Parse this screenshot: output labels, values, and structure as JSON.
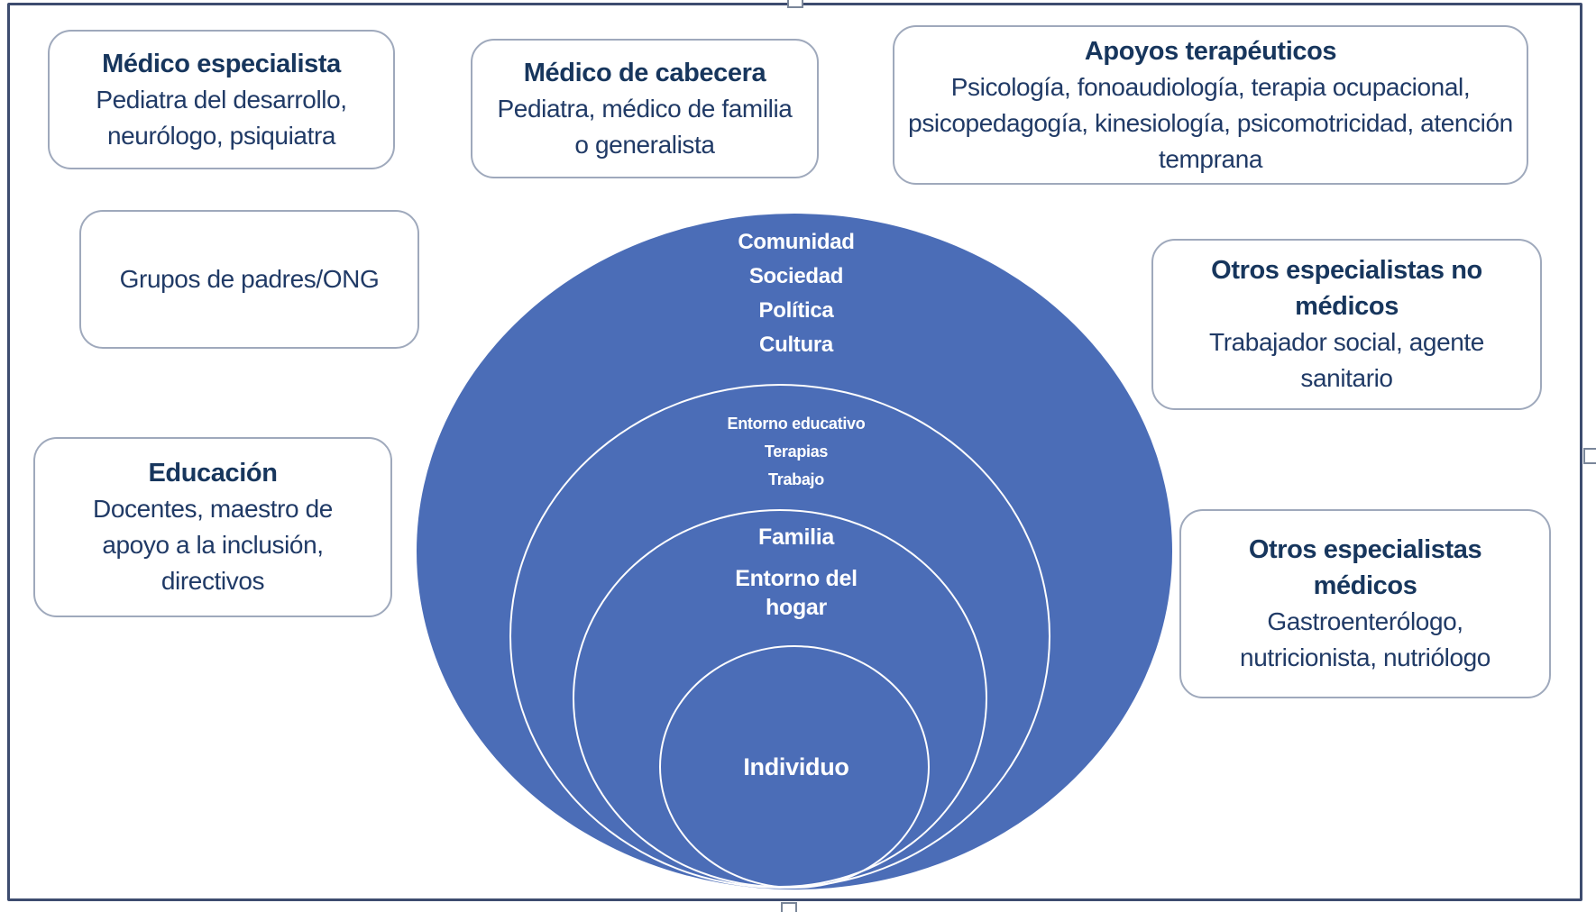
{
  "colors": {
    "circle_fill": "#4b6db7",
    "ring_stroke": "#fdfdfe",
    "frame_border": "#3d4c6f",
    "box_border": "#9fa9bc",
    "box_title_text": "#17365d",
    "box_body_text": "#203a66",
    "ring_text": "#ffffff"
  },
  "boxes": [
    {
      "title": "Médico especialista",
      "body": "Pediatra del desarrollo, neurólogo, psiquiatra"
    },
    {
      "title": "Médico de cabecera",
      "body": "Pediatra, médico de familia o generalista"
    },
    {
      "title": "Apoyos terapéuticos",
      "body": "Psicología, fonoaudiología, terapia ocupacional, psicopedagogía, kinesiología, psicomotricidad, atención temprana"
    },
    {
      "title": "",
      "body": "Grupos de padres/ONG"
    },
    {
      "title": "Otros especialistas no médicos",
      "body": "Trabajador social, agente sanitario"
    },
    {
      "title": "Educación",
      "body": "Docentes, maestro de apoyo a la inclusión, directivos"
    },
    {
      "title": "Otros especialistas médicos",
      "body": "Gastroenterólogo, nutricionista, nutriólogo"
    }
  ],
  "rings": [
    {
      "labels": [
        "Comunidad",
        "Sociedad",
        "Política",
        "Cultura"
      ]
    },
    {
      "labels": [
        "Entorno educativo",
        "Terapias",
        "Trabajo"
      ]
    },
    {
      "labels": [
        "Familia",
        "Entorno del hogar"
      ]
    },
    {
      "labels": [
        "Individuo"
      ]
    }
  ]
}
